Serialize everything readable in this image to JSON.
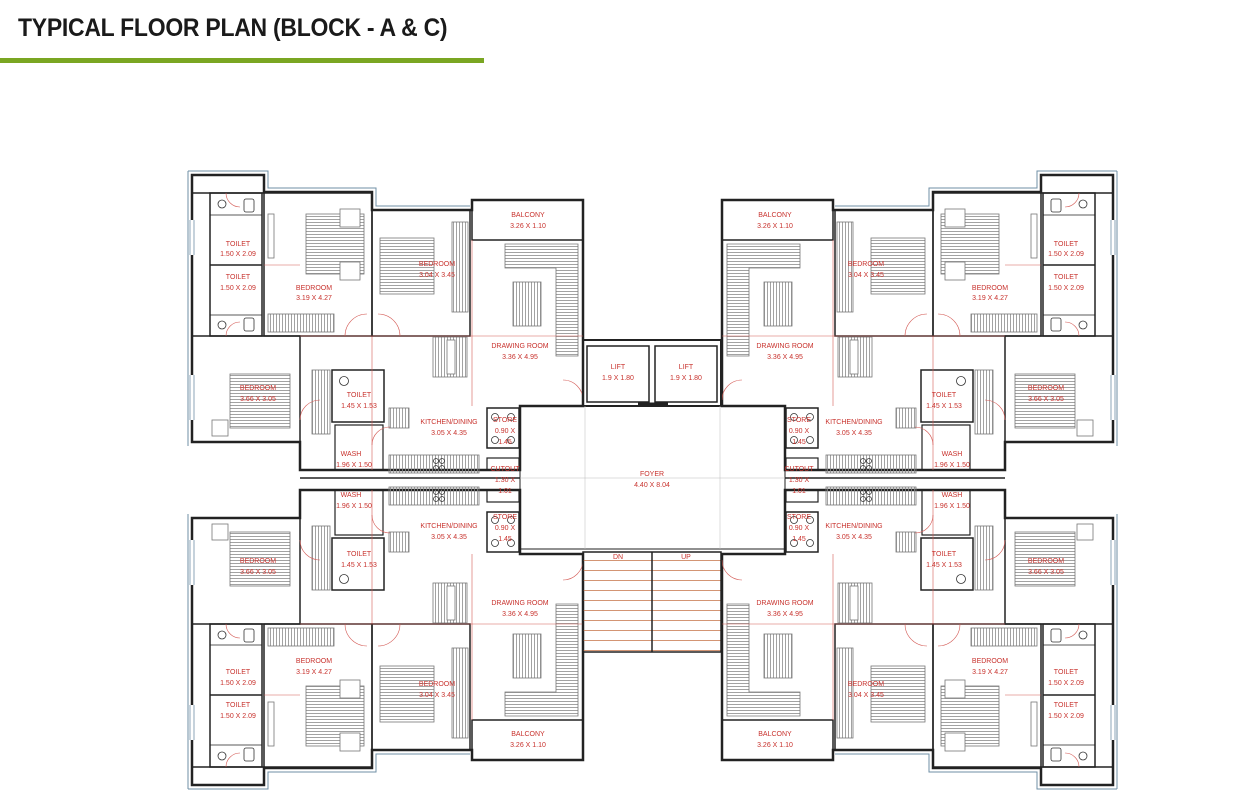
{
  "title": "TYPICAL FLOOR PLAN  (BLOCK - A & C)",
  "colors": {
    "accent": "#7aa622",
    "label": "#c8322d",
    "wall": "#222222",
    "glass": "#6f8fa6",
    "furniture": "#888888"
  },
  "rooms": {
    "toilet_a": {
      "name": "TOILET",
      "dim": "1.50 X 2.09"
    },
    "bedroom_master": {
      "name": "BEDROOM",
      "dim": "3.19 X 4.27"
    },
    "bedroom_2": {
      "name": "BEDROOM",
      "dim": "3.04 X 3.45"
    },
    "bedroom_3": {
      "name": "BEDROOM",
      "dim": "3.66 X 3.05"
    },
    "toilet_b": {
      "name": "TOILET",
      "dim": "1.45 X 1.53"
    },
    "balcony": {
      "name": "BALCONY",
      "dim": "3.26 X 1.10"
    },
    "drawing": {
      "name": "DRAWING ROOM",
      "dim": "3.36 X 4.95"
    },
    "kitchen": {
      "name": "KITCHEN/DINING",
      "dim": "3.05 X 4.35"
    },
    "wash": {
      "name": "WASH",
      "dim": "1.96 X 1.50"
    },
    "store": {
      "name": "STORE",
      "dim_a": "0.90 X",
      "dim_b": "1.45"
    },
    "cutout": {
      "name": "CUTOUT",
      "dim_a": "1.30 X",
      "dim_b": "1.01"
    },
    "lift": {
      "name": "LIFT",
      "dim": "1.9 X 1.80"
    },
    "foyer": {
      "name": "FOYER",
      "dim": "4.40 X 8.04"
    }
  },
  "stairs": {
    "down": "DN",
    "up": "UP"
  }
}
